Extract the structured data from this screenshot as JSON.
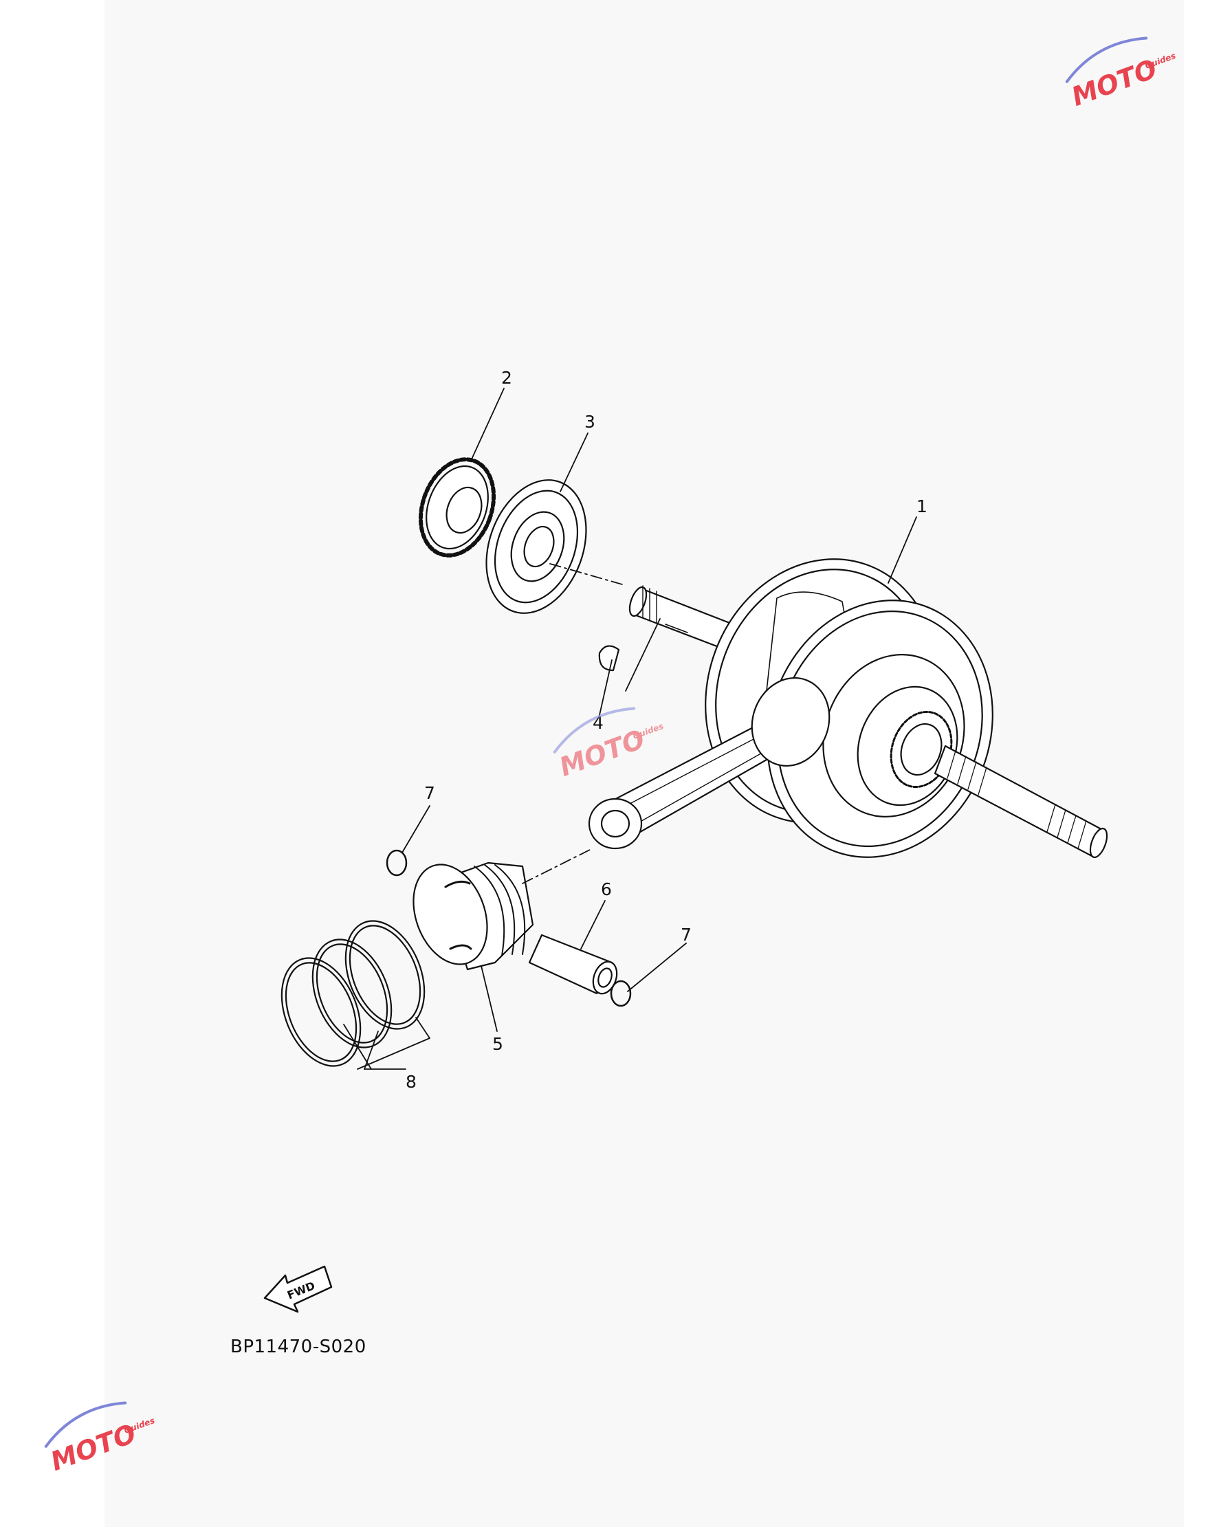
{
  "diagram": {
    "drawing_code": "BP11470-S020",
    "fwd_label": "FWD",
    "callouts": [
      "1",
      "2",
      "3",
      "4",
      "5",
      "6",
      "7",
      "7",
      "8"
    ]
  },
  "watermark": {
    "brand": "MOTO",
    "subtitle": "Guides",
    "color_primary": "#e8434f",
    "color_secondary": "#7f86d8"
  }
}
